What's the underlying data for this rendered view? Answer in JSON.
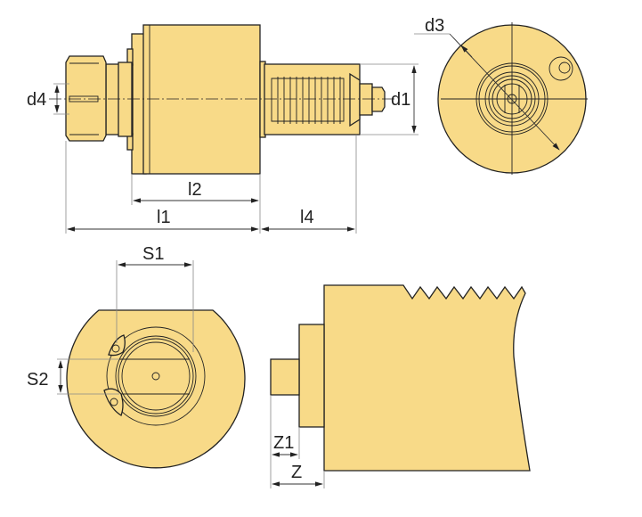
{
  "labels": {
    "d4": "d4",
    "d1": "d1",
    "d3": "d3",
    "l1": "l1",
    "l2": "l2",
    "l4": "l4",
    "S1": "S1",
    "S2": "S2",
    "Z1": "Z1",
    "Z": "Z"
  },
  "colors": {
    "part_fill": "#f8da88",
    "outline": "#222222",
    "dimension_line": "#888888"
  }
}
